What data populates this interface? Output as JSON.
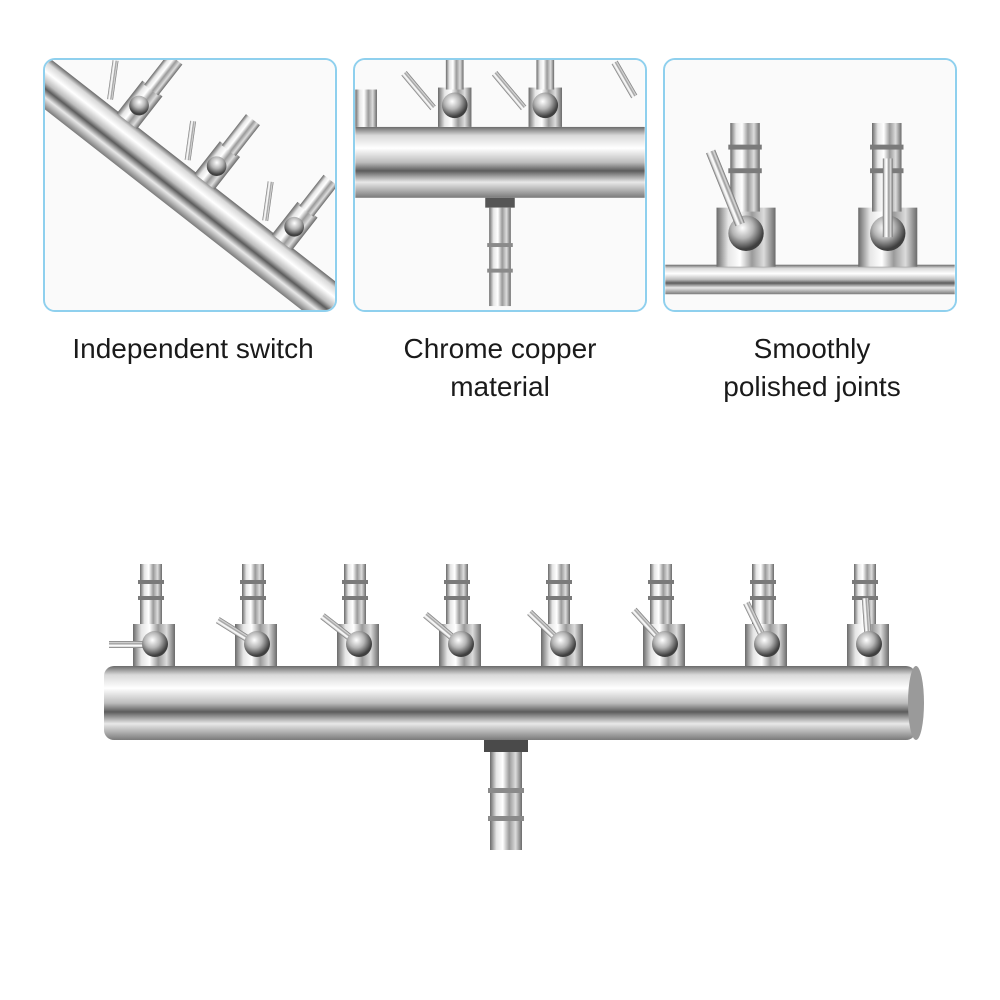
{
  "features": [
    {
      "caption": "Independent switch"
    },
    {
      "caption": "Chrome copper\nmaterial"
    },
    {
      "caption": "Smoothly\npolished joints"
    }
  ],
  "product": {
    "outlets": 8
  },
  "colors": {
    "panel_border": "#8fd0ee",
    "chrome_dark": "#6f6f6f",
    "chrome_light": "#f2f2f2",
    "text": "#1a1a1a"
  }
}
